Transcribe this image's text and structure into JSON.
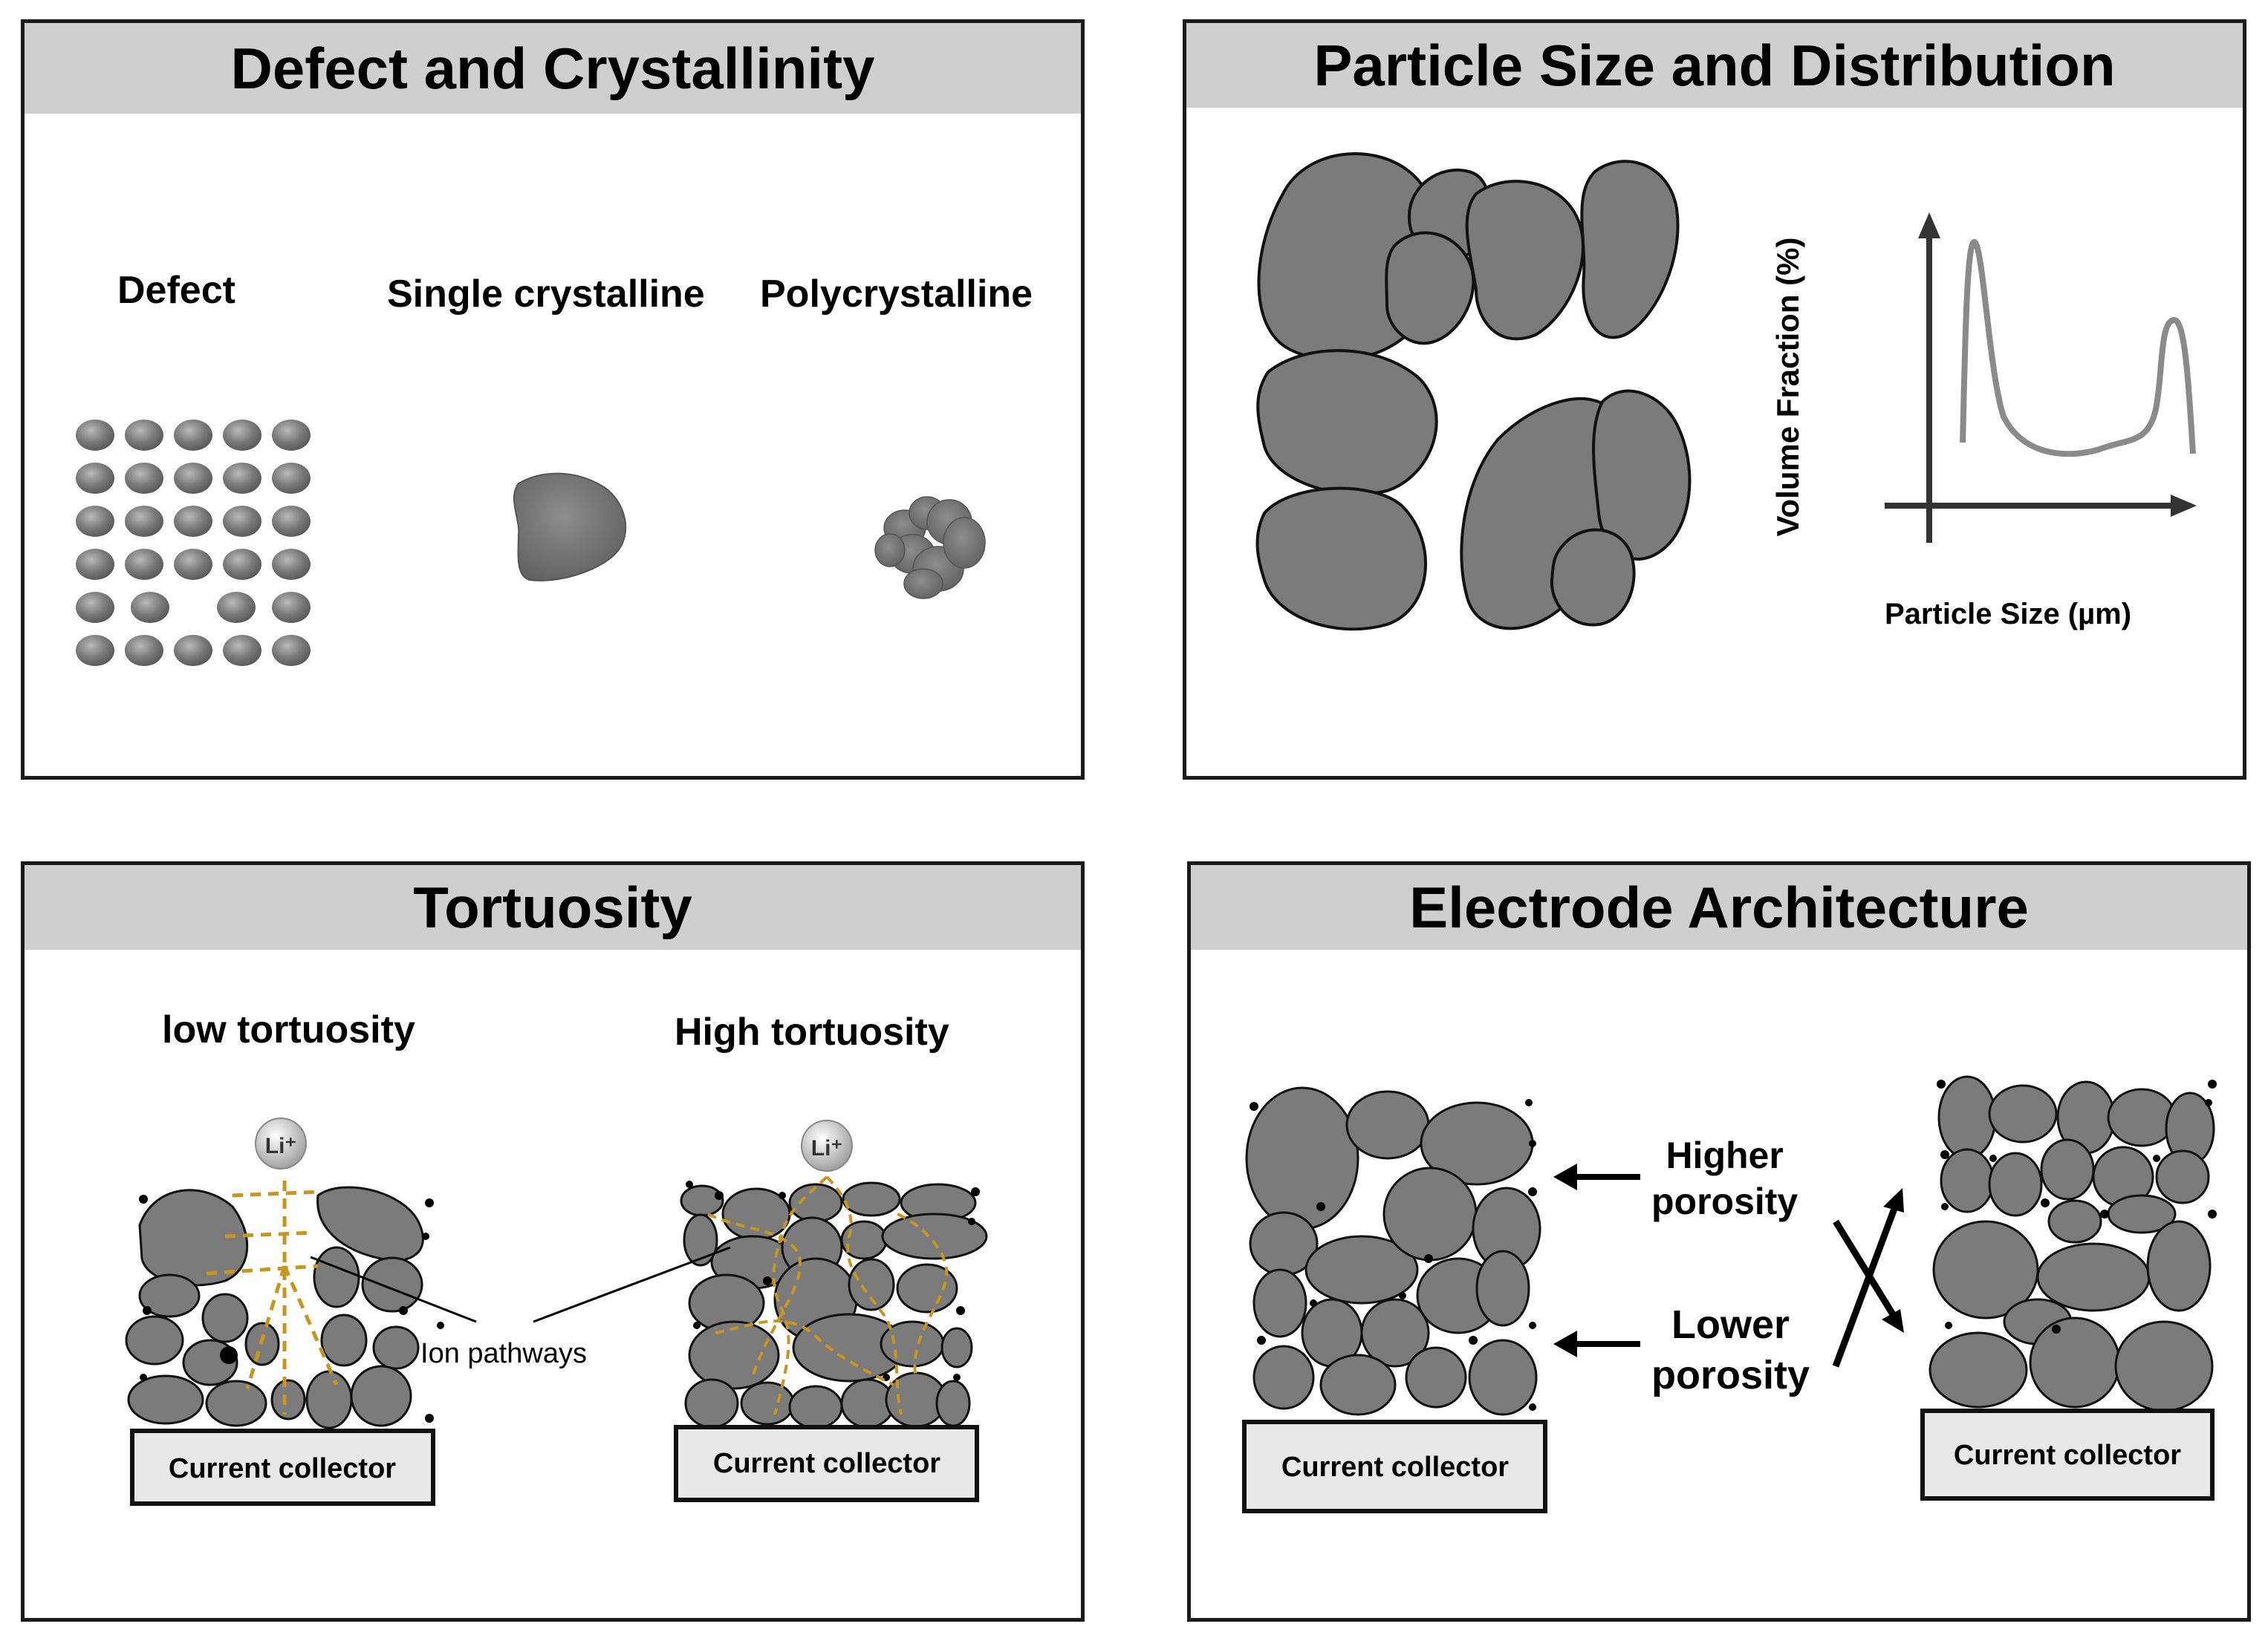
{
  "panels": {
    "defect": {
      "title": "Defect and Crystallinity",
      "labels": [
        "Defect",
        "Single crystalline",
        "Polycrystalline"
      ]
    },
    "particle": {
      "title": "Particle Size and Distribution",
      "ylabel": "Volume Fraction (%)",
      "xlabel": "Particle Size (µm)"
    },
    "tortuosity": {
      "title": "Tortuosity",
      "low": "low tortuosity",
      "high": "High tortuosity",
      "ion": "Li⁺",
      "pathways": "Ion pathways",
      "collector": "Current collector"
    },
    "electrode": {
      "title": "Electrode Architecture",
      "higher": [
        "Higher",
        "porosity"
      ],
      "lower": [
        "Lower",
        "porosity"
      ],
      "collector": "Current collector"
    }
  },
  "colors": {
    "particle_fill": "#7b7b7b",
    "header_bg": "#d0cfcf",
    "pathway": "#c8961e",
    "collector_fill": "#e8e8e8"
  }
}
